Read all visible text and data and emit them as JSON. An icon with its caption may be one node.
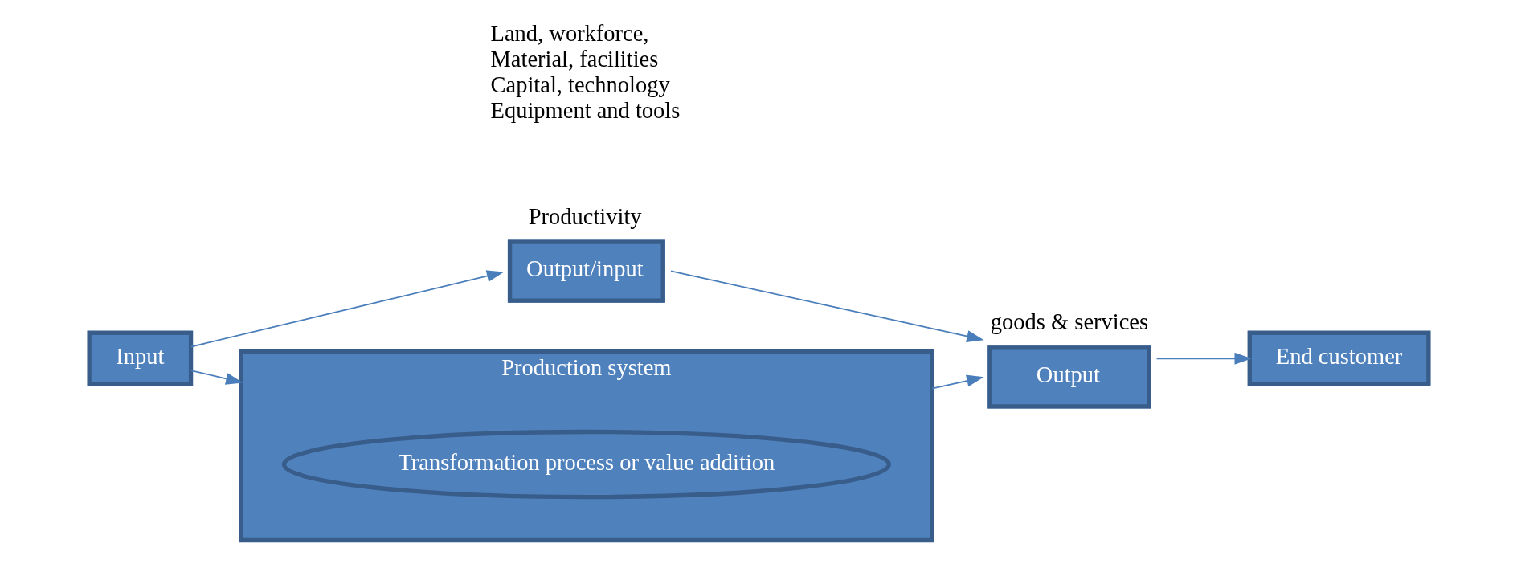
{
  "diagram": {
    "nodes": [
      {
        "text": [
          "Output/input"
        ],
        "beside": [
          "Productivity"
        ]
      },
      {
        "text": [
          "Input"
        ]
      },
      {
        "text": [
          "Production system"
        ]
      },
      {
        "text": [
          "Transformation process or value addition"
        ],
        "in": 2
      },
      {
        "text": [
          "Output"
        ],
        "beside": [
          "goods & services"
        ]
      },
      {
        "text": [
          "End customer"
        ]
      }
    ],
    "edges": [
      {
        "from": 1,
        "to": 0,
        "arrow": "to"
      },
      {
        "from": 0,
        "to": 4,
        "arrow": "to"
      },
      {
        "from": 1,
        "to": 2,
        "arrow": "to"
      },
      {
        "from": 2,
        "to": 4,
        "arrow": "to"
      },
      {
        "from": 4,
        "to": 5,
        "arrow": "to"
      }
    ],
    "labels": [
      "Land, workforce,",
      "Material, facilities",
      "Capital, technology",
      "Equipment and tools"
    ]
  }
}
